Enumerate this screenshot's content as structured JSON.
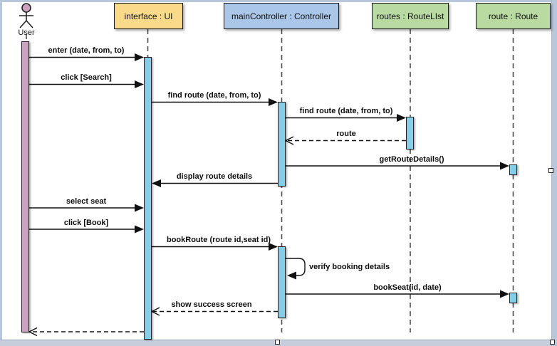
{
  "diagram": {
    "type": "uml-sequence-diagram",
    "actor": {
      "name": "User",
      "icon": "stick-figure",
      "head_fill": "#cda3c0"
    },
    "lifelines": [
      {
        "label": "interface : UI",
        "fill": "#f8da8a"
      },
      {
        "label": "mainController : Controller",
        "fill": "#aac7e9"
      },
      {
        "label": "routes : RouteLIst",
        "fill": "#b9dba2"
      },
      {
        "label": "route : Route",
        "fill": "#b9dba2"
      }
    ],
    "messages": [
      {
        "label": "enter (date, from, to)",
        "from": "User",
        "to": "interface : UI",
        "style": "solid"
      },
      {
        "label": "click [Search]",
        "from": "User",
        "to": "interface : UI",
        "style": "solid"
      },
      {
        "label": "find route (date, from, to)",
        "from": "interface : UI",
        "to": "mainController : Controller",
        "style": "solid"
      },
      {
        "label": "find route (date, from, to)",
        "from": "mainController : Controller",
        "to": "routes : RouteLIst",
        "style": "solid"
      },
      {
        "label": "route",
        "from": "routes : RouteLIst",
        "to": "mainController : Controller",
        "style": "dashed-return"
      },
      {
        "label": "getRouteDetails()",
        "from": "mainController : Controller",
        "to": "route : Route",
        "style": "solid"
      },
      {
        "label": "display route details",
        "from": "mainController : Controller",
        "to": "interface : UI",
        "style": "solid"
      },
      {
        "label": "select seat",
        "from": "User",
        "to": "interface : UI",
        "style": "solid"
      },
      {
        "label": "click [Book]",
        "from": "User",
        "to": "interface : UI",
        "style": "solid"
      },
      {
        "label": "bookRoute (route id,seat id)",
        "from": "interface : UI",
        "to": "mainController : Controller",
        "style": "solid"
      },
      {
        "label": "verify booking details",
        "from": "mainController : Controller",
        "to": "mainController : Controller",
        "style": "self"
      },
      {
        "label": "bookSeat(id, date)",
        "from": "mainController : Controller",
        "to": "route : Route",
        "style": "solid"
      },
      {
        "label": "show success screen",
        "from": "mainController : Controller",
        "to": "interface : UI",
        "style": "dashed-return"
      }
    ],
    "colors": {
      "canvas": "#ffffff",
      "frame": "#b9c7da",
      "activation_user": "#cba3c1",
      "activation_default": "#85cee8",
      "lifeline": "#4d4d4d",
      "message_text": "#0d0d0d",
      "box_border": "#1a1a1a"
    }
  }
}
